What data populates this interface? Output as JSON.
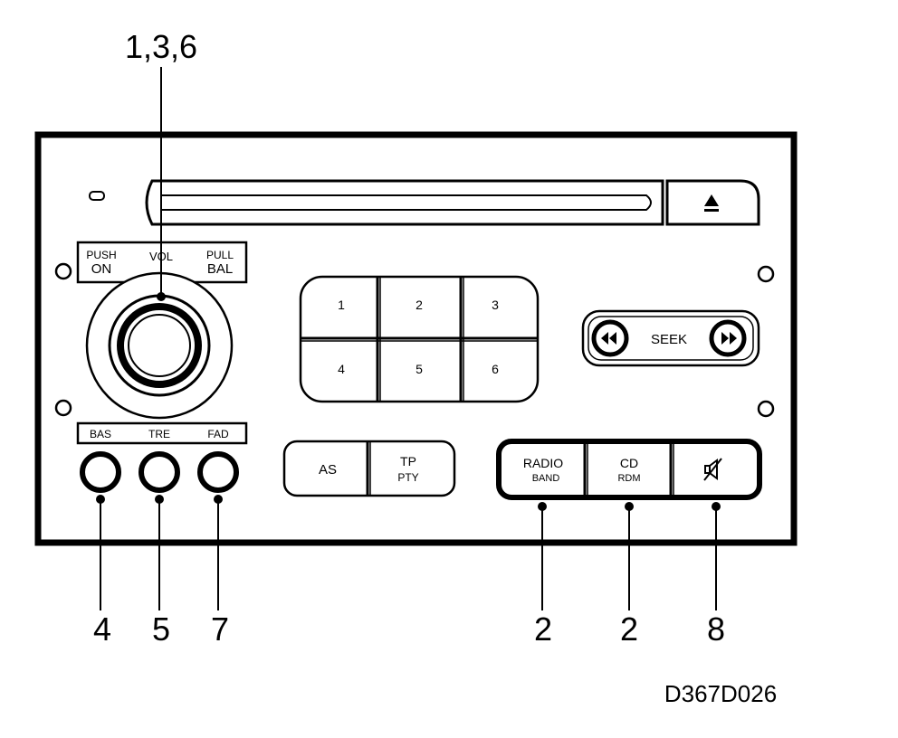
{
  "callouts": {
    "top": "1,3,6",
    "bas": "4",
    "tre": "5",
    "fad": "7",
    "radio": "2",
    "cd": "2",
    "mute": "8"
  },
  "figure_code": "D367D026",
  "knob_labels": {
    "push": "PUSH",
    "on": "ON",
    "vol": "VOL",
    "pull": "PULL",
    "bal": "BAL"
  },
  "tone_labels": {
    "bas": "BAS",
    "tre": "TRE",
    "fad": "FAD"
  },
  "presets": [
    "1",
    "2",
    "3",
    "4",
    "5",
    "6"
  ],
  "seek_label": "SEEK",
  "as_label": "AS",
  "tp_label": "TP",
  "pty_label": "PTY",
  "radio_label": "RADIO",
  "band_label": "BAND",
  "cd_label": "CD",
  "rdm_label": "RDM",
  "icons": {
    "eject": "eject-icon",
    "seek_back": "rewind-icon",
    "seek_fwd": "fast-forward-icon",
    "mute": "mute-icon"
  }
}
